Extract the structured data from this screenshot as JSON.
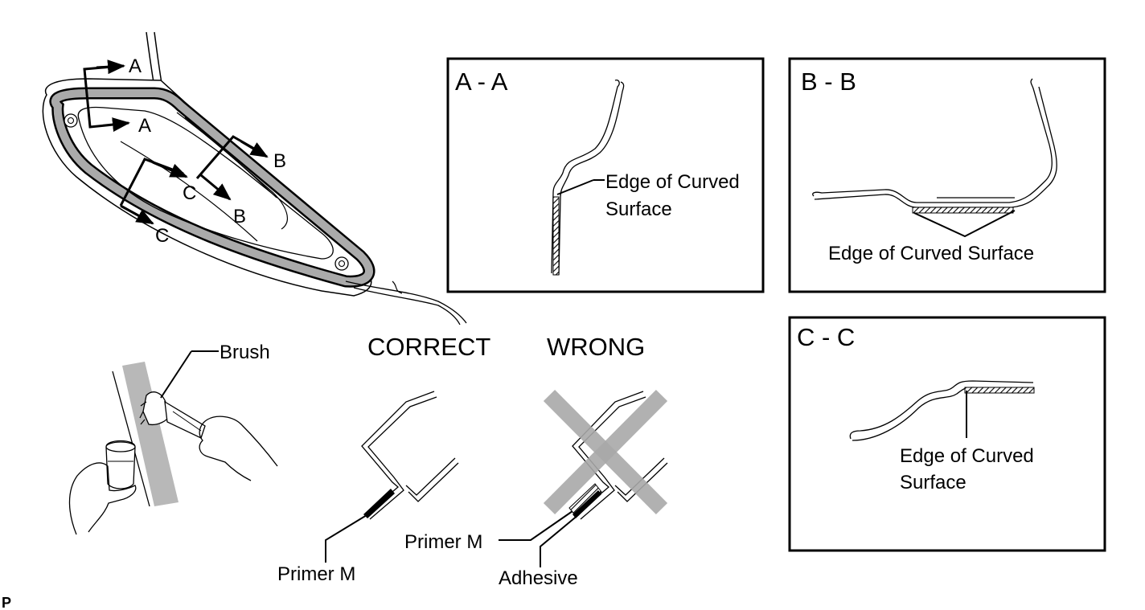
{
  "overview": {
    "section_a": "A",
    "section_b": "B",
    "section_c": "C"
  },
  "panel_aa": {
    "title": "A - A",
    "edge_label_line1": "Edge of Curved",
    "edge_label_line2": "Surface"
  },
  "panel_bb": {
    "title": "B - B",
    "edge_label": "Edge of Curved Surface"
  },
  "panel_cc": {
    "title": "C - C",
    "edge_label_line1": "Edge of Curved",
    "edge_label_line2": "Surface"
  },
  "brush_label": "Brush",
  "correct": {
    "heading": "CORRECT",
    "primer_label": "Primer M"
  },
  "wrong": {
    "heading": "WRONG",
    "primer_label": "Primer M",
    "adhesive_label": "Adhesive"
  },
  "corner_letter": "P"
}
